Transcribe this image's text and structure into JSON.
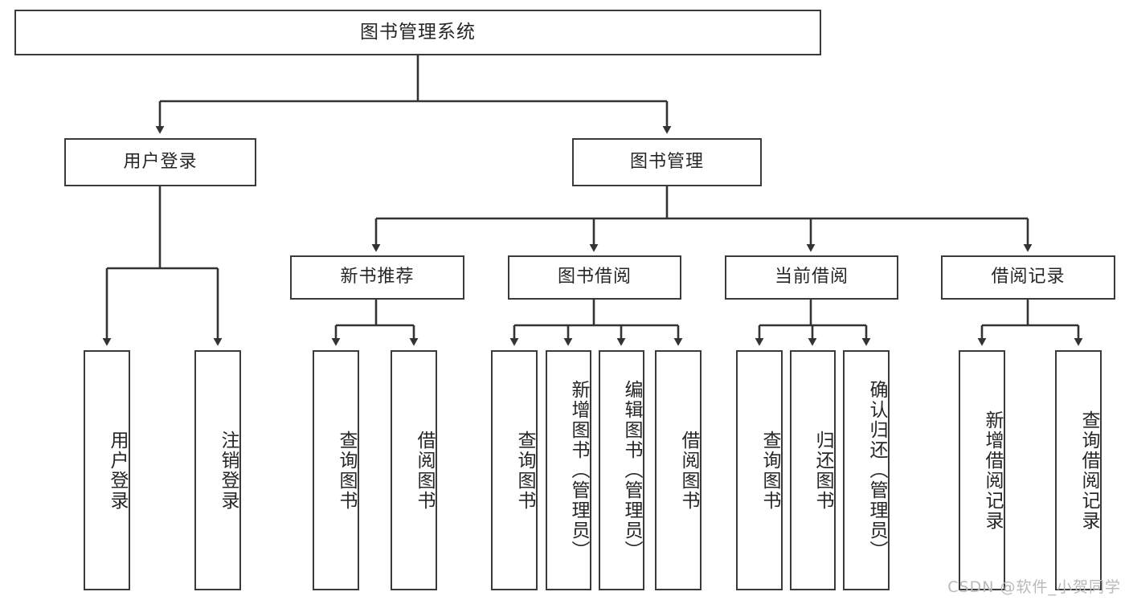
{
  "diagram": {
    "type": "hierarchy-tree",
    "title": "图书管理系统",
    "watermark": "CSDN @软件_小贺同学",
    "colors": {
      "stroke": "#3a3a3a",
      "fill": "#ffffff",
      "text": "#262626",
      "watermark": "#b9b9b9"
    },
    "levels": {
      "root": "图书管理系统",
      "level2": [
        "用户登录",
        "图书管理"
      ],
      "level3": [
        "新书推荐",
        "图书借阅",
        "当前借阅",
        "借阅记录"
      ]
    },
    "nodes": {
      "root": {
        "label": "图书管理系统"
      },
      "l2_user_login": {
        "label": "用户登录"
      },
      "l2_book_mgmt": {
        "label": "图书管理"
      },
      "l3_new_book_rec": {
        "label": "新书推荐"
      },
      "l3_book_borrow": {
        "label": "图书借阅"
      },
      "l3_current_borrow": {
        "label": "当前借阅"
      },
      "l3_borrow_record": {
        "label": "借阅记录"
      },
      "leaf_user_login": {
        "label": "用户登录"
      },
      "leaf_logout_login": {
        "label": "注销登录"
      },
      "leaf_query_book_a": {
        "label": "查询图书"
      },
      "leaf_borrow_book_a": {
        "label": "借阅图书"
      },
      "leaf_query_book_b": {
        "label": "查询图书"
      },
      "leaf_add_book_admin": {
        "label": "新增图书（管理员）"
      },
      "leaf_edit_book_admin": {
        "label": "编辑图书（管理员）"
      },
      "leaf_borrow_book_b": {
        "label": "借阅图书"
      },
      "leaf_query_book_c": {
        "label": "查询图书"
      },
      "leaf_return_book": {
        "label": "归还图书"
      },
      "leaf_confirm_return_admin": {
        "label": "确认归还（管理员）"
      },
      "leaf_add_borrow_record": {
        "label": "新增借阅记录"
      },
      "leaf_query_borrow_record": {
        "label": "查询借阅记录"
      }
    },
    "edges": [
      {
        "from": "root",
        "to": "l2_user_login"
      },
      {
        "from": "root",
        "to": "l2_book_mgmt"
      },
      {
        "from": "l2_user_login",
        "to": "leaf_user_login"
      },
      {
        "from": "l2_user_login",
        "to": "leaf_logout_login"
      },
      {
        "from": "l2_book_mgmt",
        "to": "l3_new_book_rec"
      },
      {
        "from": "l2_book_mgmt",
        "to": "l3_book_borrow"
      },
      {
        "from": "l2_book_mgmt",
        "to": "l3_current_borrow"
      },
      {
        "from": "l2_book_mgmt",
        "to": "l3_borrow_record"
      },
      {
        "from": "l3_new_book_rec",
        "to": "leaf_query_book_a"
      },
      {
        "from": "l3_new_book_rec",
        "to": "leaf_borrow_book_a"
      },
      {
        "from": "l3_book_borrow",
        "to": "leaf_query_book_b"
      },
      {
        "from": "l3_book_borrow",
        "to": "leaf_add_book_admin"
      },
      {
        "from": "l3_book_borrow",
        "to": "leaf_edit_book_admin"
      },
      {
        "from": "l3_book_borrow",
        "to": "leaf_borrow_book_b"
      },
      {
        "from": "l3_current_borrow",
        "to": "leaf_query_book_c"
      },
      {
        "from": "l3_current_borrow",
        "to": "leaf_return_book"
      },
      {
        "from": "l3_current_borrow",
        "to": "leaf_confirm_return_admin"
      },
      {
        "from": "l3_borrow_record",
        "to": "leaf_add_borrow_record"
      },
      {
        "from": "l3_borrow_record",
        "to": "leaf_query_borrow_record"
      }
    ]
  }
}
